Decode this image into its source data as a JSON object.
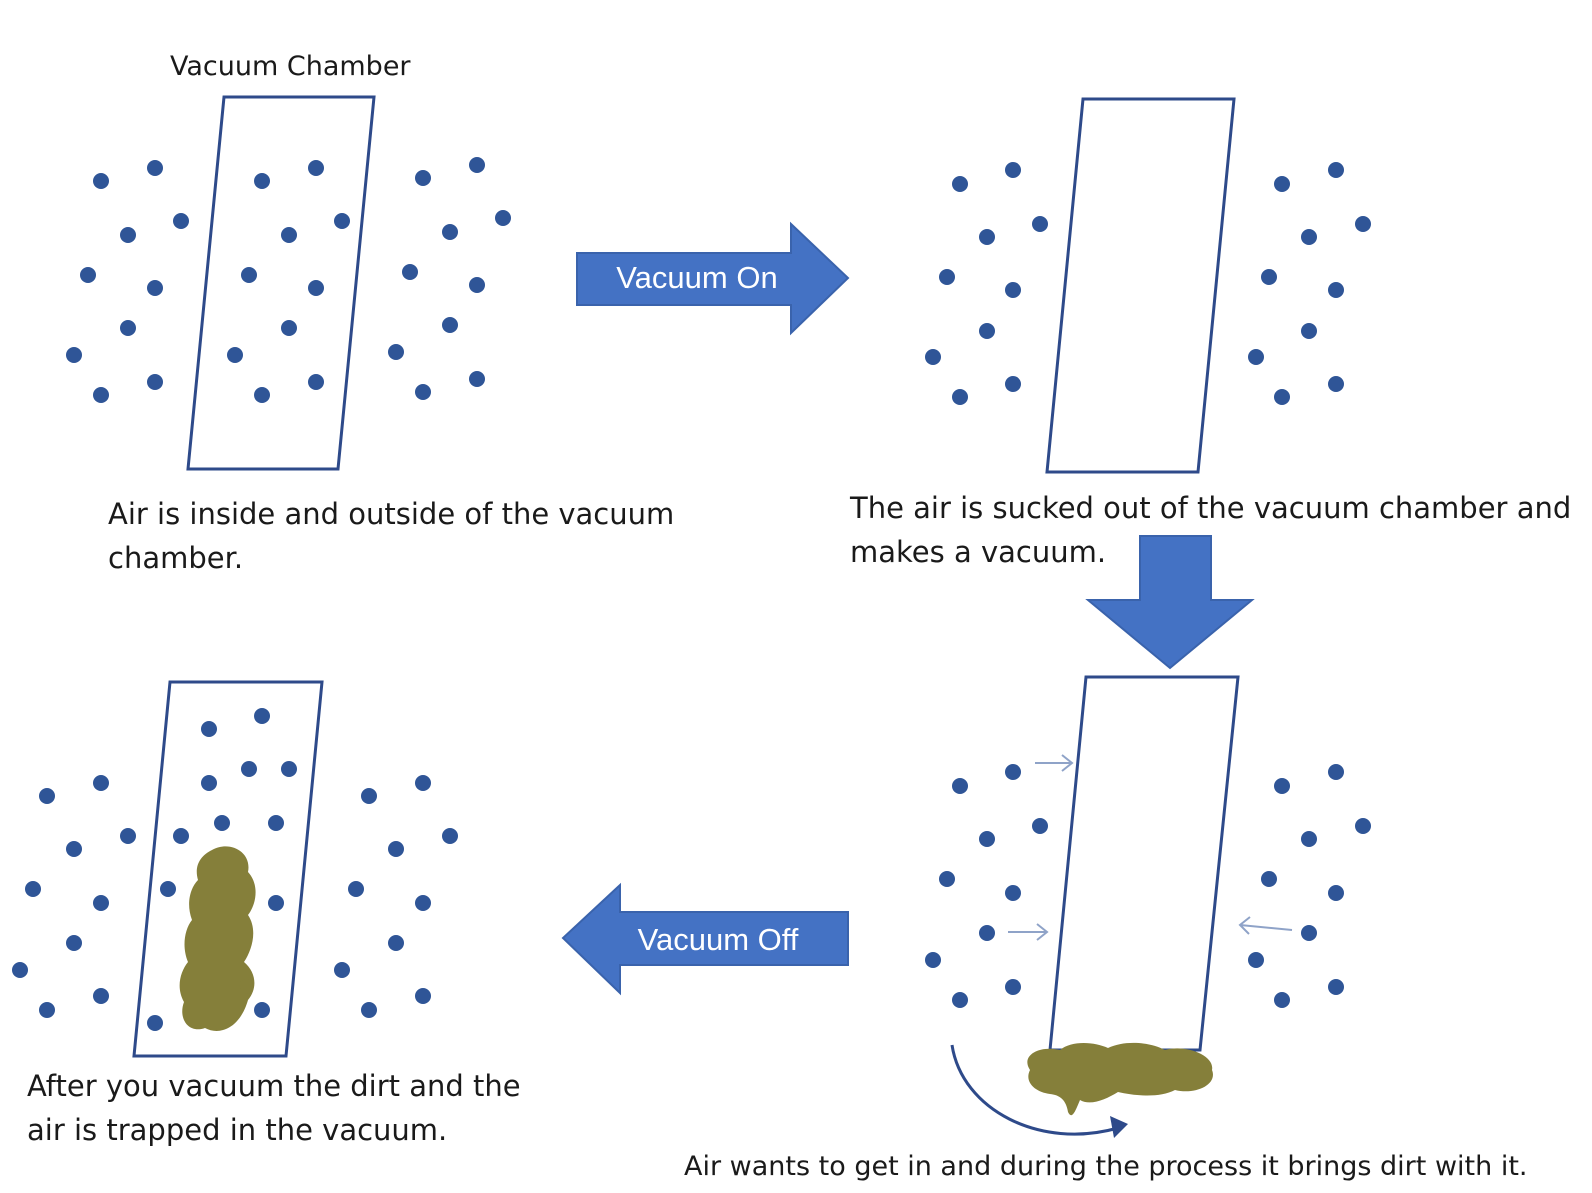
{
  "title_label": "Vacuum Chamber",
  "arrows": {
    "on_label": "Vacuum On",
    "off_label": "Vacuum Off"
  },
  "captions": {
    "step1_line1": "Air is inside and outside of the vacuum",
    "step1_line2": "chamber.",
    "step2_line1": "The air is sucked out of the vacuum chamber and",
    "step2_line2": "makes a vacuum.",
    "step3": "Air wants to get in and during the process it brings dirt with it.",
    "step4_line1": "After you vacuum the dirt and the",
    "step4_line2": "air is trapped in the vacuum."
  },
  "colors": {
    "chamber_stroke": "#2e4a8a",
    "particle": "#2f5597",
    "arrow_fill": "#4472c4",
    "arrow_text": "#ffffff",
    "dirt": "#857f3a",
    "small_arrow": "#8fa3c8"
  }
}
